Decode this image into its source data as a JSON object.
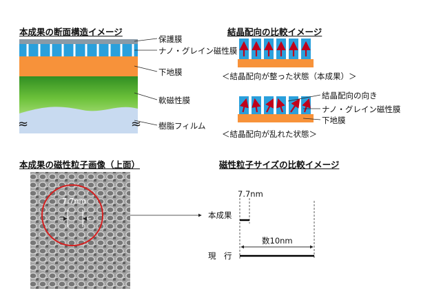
{
  "colors": {
    "protective": "#8a9aa6",
    "grain": "#2aa0dc",
    "underlayer": "#f7923a",
    "arrow": "#c0001a",
    "film": "#c8daf0",
    "circle": "#d42020"
  },
  "left_diagram": {
    "title": "本成果の断面構造イメージ",
    "layers": [
      "保護膜",
      "ナノ・グレイン磁性膜",
      "下地膜",
      "軟磁性膜",
      "樹脂フィルム"
    ],
    "wave_symbol": "≈"
  },
  "right_diagram": {
    "title": "結晶配向の比較イメージ",
    "aligned_caption": "＜結晶配向が整った状態（本成果）＞",
    "disordered_caption": "＜結晶配向が乱れた状態＞",
    "labels": [
      "結晶配向の向き",
      "ナノ・グレイン磁性膜",
      "下地膜"
    ]
  },
  "micrograph": {
    "title": "本成果の磁性粒子画像（上面）",
    "scale_label": "7.7nm"
  },
  "size_comparison": {
    "title": "磁性粒子サイズの比較イメージ",
    "rows": [
      {
        "label": "本成果",
        "size_label": "7.7nm"
      },
      {
        "label": "現　行",
        "size_label": "数10nm"
      }
    ]
  }
}
